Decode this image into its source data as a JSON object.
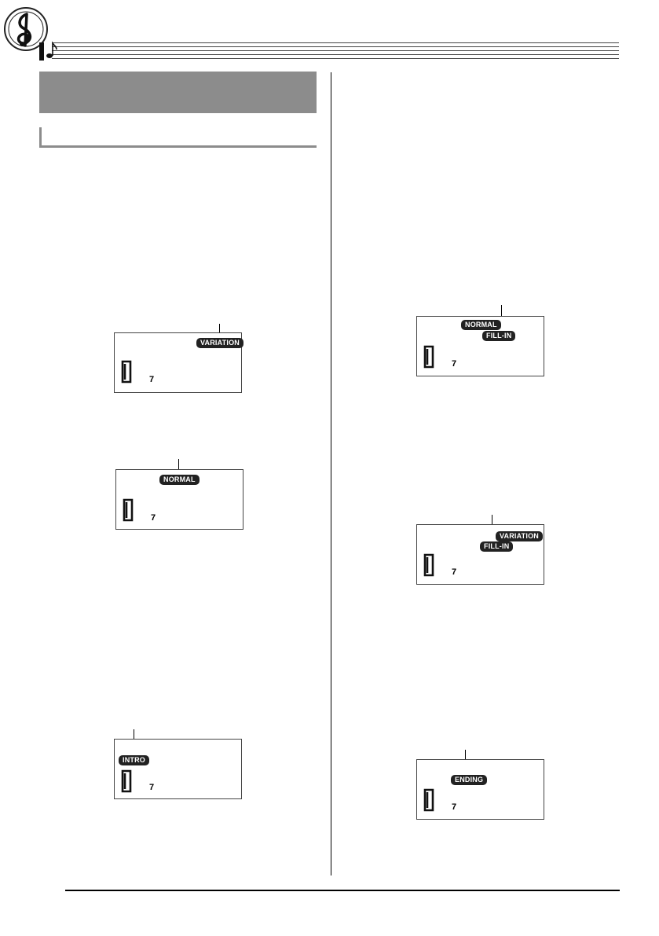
{
  "header": {
    "logo": "treble-clef-logo-icon",
    "staff": "music-staff-icon"
  },
  "section": {
    "heading": "",
    "subheading": ""
  },
  "displays": [
    {
      "id": "variation",
      "indicators": [
        "VARIATION"
      ],
      "value": "7",
      "digit": "0"
    },
    {
      "id": "normal",
      "indicators": [
        "NORMAL"
      ],
      "value": "7",
      "digit": "0"
    },
    {
      "id": "intro",
      "indicators": [
        "INTRO"
      ],
      "value": "7",
      "digit": "0"
    },
    {
      "id": "normal-fill-in",
      "indicators": [
        "NORMAL",
        "FILL-IN"
      ],
      "value": "7",
      "digit": "0"
    },
    {
      "id": "variation-fill-in",
      "indicators": [
        "VARIATION",
        "FILL-IN"
      ],
      "value": "7",
      "digit": "0"
    },
    {
      "id": "ending",
      "indicators": [
        "ENDING"
      ],
      "value": "7",
      "digit": "0"
    }
  ],
  "colors": {
    "heading_bg": "#8c8c8c",
    "badge_bg": "#222222"
  }
}
